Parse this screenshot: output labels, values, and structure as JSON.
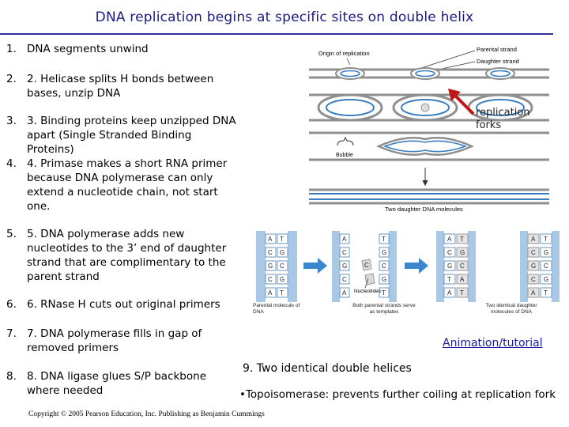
{
  "title": "DNA replication begins at specific sites on double helix",
  "items": [
    {
      "num": "1.",
      "text": "DNA segments unwind"
    },
    {
      "num": "2.",
      "text": "2. Helicase splits H bonds between bases, unzip DNA"
    },
    {
      "num": "3.",
      "text": "3. Binding proteins keep unzipped DNA apart (Single Stranded Binding Proteins)"
    },
    {
      "num": "4.",
      "text": "4. Primase makes a short RNA primer because DNA polymerase can only extend a nucleotide chain, not start one."
    },
    {
      "num": "5.",
      "text": "5. DNA polymerase adds new nucleotides to the 3’ end of daughter strand that are complimentary to the parent strand"
    },
    {
      "num": "6.",
      "text": "6. RNase H cuts out original primers"
    },
    {
      "num": "7.",
      "text": "7. DNA polymerase fills in gap of removed primers"
    },
    {
      "num": "8.",
      "text": "8. DNA ligase glues S/P backbone where needed"
    }
  ],
  "figure_top": {
    "origin_label": "Origin of replication",
    "parental_label": "Parental strand",
    "daughter_label": "Daughter strand",
    "bubble_label": "Bubble",
    "bottom_label": "Two daughter DNA molecules"
  },
  "forks_label": "replication forks",
  "figure_bottom": {
    "parental_caption": "Parental molecule of DNA",
    "templates_caption": "Both parental strands serve as templates",
    "identical_caption": "Two identical daughter molecules of DNA",
    "nucleotides_label": "Nucleotides",
    "left_pairs": [
      [
        "A",
        "T"
      ],
      [
        "C",
        "G"
      ],
      [
        "G",
        "C"
      ],
      [
        "C",
        "G"
      ],
      [
        "A",
        "T"
      ]
    ],
    "right_pairs": [
      [
        "A",
        "T"
      ],
      [
        "C",
        "G"
      ],
      [
        "G",
        "C"
      ],
      [
        "T",
        "A"
      ],
      [
        "A",
        "T"
      ]
    ]
  },
  "animation_link": "Animation/tutorial",
  "point9": "9.   Two identical double helices",
  "topoisomerase": "•Topoisomerase: prevents further coiling at replication fork",
  "copyright": "Copyright © 2005 Pearson Education, Inc. Publishing as Benjamin Cummings",
  "colors": {
    "title": "#1a1a80",
    "strand_gray": "#8f8f8f",
    "daughter_blue": "#3a7ec2",
    "arrow_red": "#c01818",
    "arrow_blue": "#3a86cf"
  }
}
